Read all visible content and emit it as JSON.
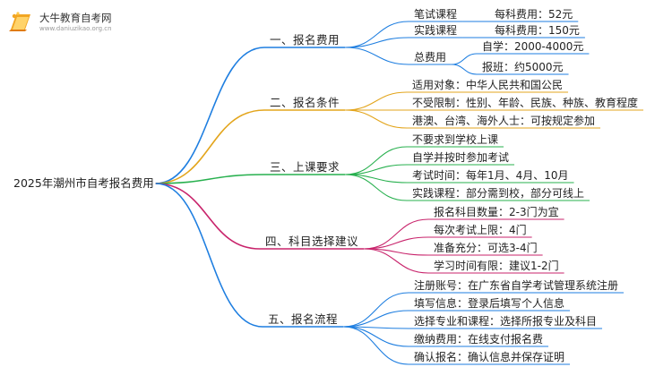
{
  "logo": {
    "title": "大牛教育自考网",
    "url": "www.daniuzikao.org.cn"
  },
  "colors": {
    "blue": "#1e7ee0",
    "yellow": "#e3a51c",
    "green": "#27b04e",
    "magenta": "#c8236b",
    "text": "#222222"
  },
  "mindmap": {
    "root": "2025年潮州市自考报名费用",
    "branches": [
      {
        "label": "一、报名费用",
        "color": "blue",
        "children": [
          {
            "label": "笔试课程",
            "children": [
              {
                "label": "每科费用：52元"
              }
            ]
          },
          {
            "label": "实践课程",
            "children": [
              {
                "label": "每科费用：150元"
              }
            ]
          },
          {
            "label": "总费用",
            "children": [
              {
                "label": "自学：2000-4000元"
              },
              {
                "label": "报班：约5000元"
              }
            ]
          }
        ]
      },
      {
        "label": "二、报名条件",
        "color": "yellow",
        "children": [
          {
            "label": "适用对象：中华人民共和国公民"
          },
          {
            "label": "不受限制：性别、年龄、民族、种族、教育程度"
          },
          {
            "label": "港澳、台湾、海外人士：可按规定参加"
          }
        ]
      },
      {
        "label": "三、上课要求",
        "color": "green",
        "children": [
          {
            "label": "不要求到学校上课"
          },
          {
            "label": "自学并按时参加考试"
          },
          {
            "label": "考试时间：每年1月、4月、10月"
          },
          {
            "label": "实践课程：部分需到校，部分可线上"
          }
        ]
      },
      {
        "label": "四、科目选择建议",
        "color": "magenta",
        "children": [
          {
            "label": "报名科目数量：2-3门为宜"
          },
          {
            "label": "每次考试上限：4门"
          },
          {
            "label": "准备充分：可选3-4门"
          },
          {
            "label": "学习时间有限：建议1-2门"
          }
        ]
      },
      {
        "label": "五、报名流程",
        "color": "blue",
        "children": [
          {
            "label": "注册账号：在广东省自学考试管理系统注册"
          },
          {
            "label": "填写信息：登录后填写个人信息"
          },
          {
            "label": "选择专业和课程：选择所报专业及科目"
          },
          {
            "label": "缴纳费用：在线支付报名费"
          },
          {
            "label": "确认报名：确认信息并保存证明"
          }
        ]
      }
    ]
  }
}
